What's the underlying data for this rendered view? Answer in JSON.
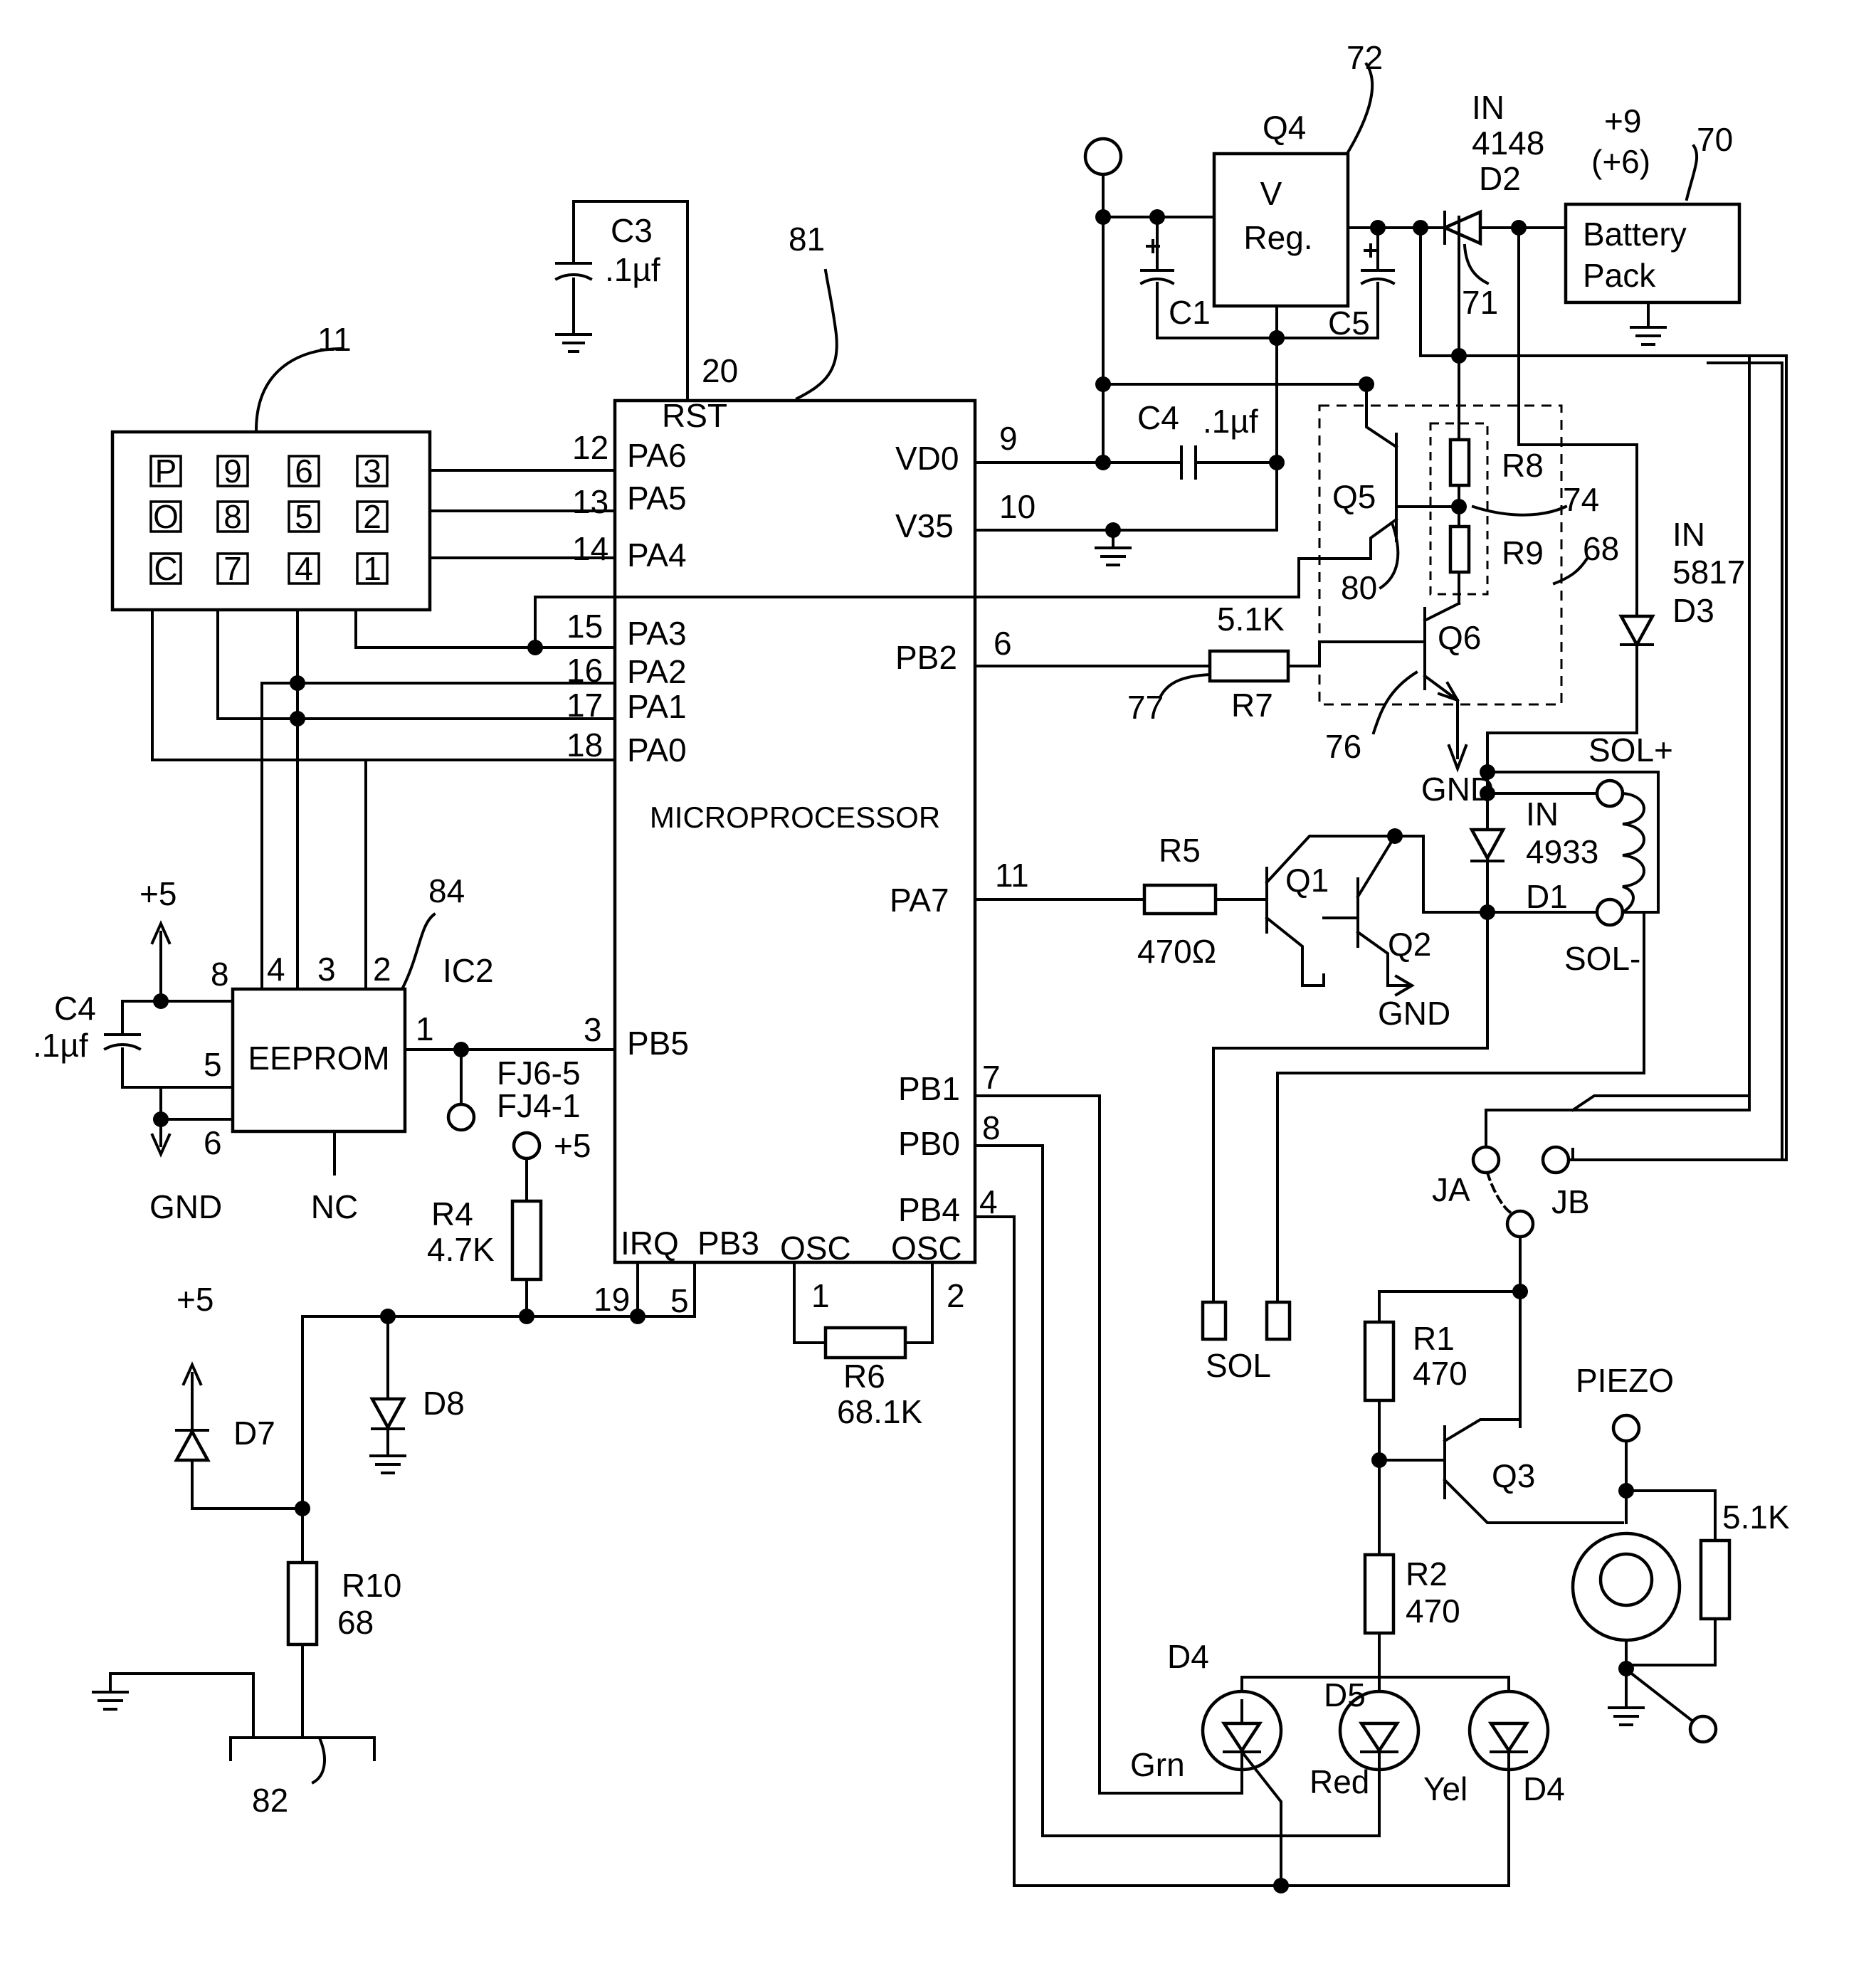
{
  "ref_numbers": {
    "keypad": "11",
    "microprocessor": "81",
    "eeprom": "84",
    "regulator": "72",
    "battery": "70",
    "diode_d2": "71",
    "sensor_area": "74",
    "dashed_box": "68",
    "q5_ref": "80",
    "q6_ref": "76",
    "r7_ref": "77",
    "pad": "82"
  },
  "keypad": {
    "keys": [
      "P",
      "9",
      "6",
      "3",
      "O",
      "8",
      "5",
      "2",
      "C",
      "7",
      "4",
      "1"
    ]
  },
  "microprocessor": {
    "label": "MICROPROCESSOR",
    "left_pins": [
      {
        "num": "20",
        "name": "RST"
      },
      {
        "num": "12",
        "name": "PA6"
      },
      {
        "num": "13",
        "name": "PA5"
      },
      {
        "num": "14",
        "name": "PA4"
      },
      {
        "num": "15",
        "name": "PA3"
      },
      {
        "num": "16",
        "name": "PA2"
      },
      {
        "num": "17",
        "name": "PA1"
      },
      {
        "num": "18",
        "name": "PA0"
      },
      {
        "num": "3",
        "name": "PB5"
      }
    ],
    "right_pins": [
      {
        "num": "9",
        "name": "VD0"
      },
      {
        "num": "10",
        "name": "V35"
      },
      {
        "num": "6",
        "name": "PB2"
      },
      {
        "num": "11",
        "name": "PA7"
      },
      {
        "num": "7",
        "name": "PB1"
      },
      {
        "num": "8",
        "name": "PB0"
      },
      {
        "num": "4",
        "name": "PB4"
      }
    ],
    "bottom_pins": [
      {
        "num": "19",
        "name": "IRQ"
      },
      {
        "num": "5",
        "name": "PB3"
      },
      {
        "num": "1",
        "name": "OSC"
      },
      {
        "num": "2",
        "name": "OSC"
      }
    ]
  },
  "components": {
    "c3": {
      "name": "C3",
      "value": ".1µf"
    },
    "c4_top": {
      "name": "C4",
      "value": ".1µf"
    },
    "c4_left": {
      "name": "C4",
      "value": ".1µf"
    },
    "c1": "C1",
    "c5": "C5",
    "q4": "Q4",
    "vreg_line1": "V",
    "vreg_line2": "Reg.",
    "d2_line1": "IN",
    "d2_line2": "4148",
    "d2_line3": "D2",
    "battery_voltage1": "+9",
    "battery_voltage2": "(+6)",
    "battery_line1": "Battery",
    "battery_line2": "Pack",
    "q5": "Q5",
    "q6": "Q6",
    "r8": "R8",
    "r9": "R9",
    "r7": "R7",
    "r7_value": "5.1K",
    "d3_line1": "IN",
    "d3_line2": "5817",
    "d3_line3": "D3",
    "sol_plus": "SOL+",
    "sol_minus": "SOL-",
    "d1_line1": "IN",
    "d1_line2": "4933",
    "d1_line3": "D1",
    "gnd": "GND",
    "r5": "R5",
    "r5_value": "470Ω",
    "q1": "Q1",
    "q2": "Q2",
    "ja": "JA",
    "jb": "JB",
    "sol": "SOL",
    "r1": "R1",
    "r1_value": "470",
    "r2": "R2",
    "r2_value": "470",
    "q3": "Q3",
    "piezo": "PIEZO",
    "piezo_resistor": "5.1K",
    "d4_green": "D4",
    "d5": "D5",
    "d4_yellow": "D4",
    "grn": "Grn",
    "red": "Red",
    "yel": "Yel",
    "eeprom": "EEPROM",
    "ic2": "IC2",
    "eeprom_pin8": "8",
    "eeprom_pin4": "4",
    "eeprom_pin3": "3",
    "eeprom_pin2": "2",
    "eeprom_pin1": "1",
    "eeprom_pin5": "5",
    "eeprom_pin6": "6",
    "nc": "NC",
    "plus5": "+5",
    "fj1": "FJ6-5",
    "fj2": "FJ4-1",
    "r4": "R4",
    "r4_value": "4.7K",
    "r6": "R6",
    "r6_value": "68.1K",
    "d7": "D7",
    "d8": "D8",
    "r10": "R10",
    "r10_value": "68"
  }
}
